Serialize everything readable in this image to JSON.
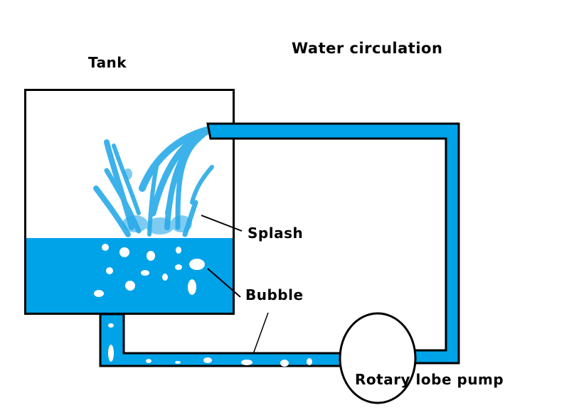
{
  "diagram": {
    "title": "Water circulation",
    "labels": {
      "tank": "Tank",
      "splash": "Splash",
      "bubble": "Bubble",
      "pump": "Rotary lobe pump"
    },
    "colors": {
      "water": "#00A2E8",
      "outline": "#000000",
      "bubble": "#FFFFFF",
      "background": "#FFFFFF"
    },
    "components": [
      {
        "id": "tank",
        "label": "Tank",
        "contains": [
          "water",
          "splash",
          "bubbles"
        ]
      },
      {
        "id": "pump",
        "label": "Rotary lobe pump",
        "shape": "ellipse"
      },
      {
        "id": "pipe-return",
        "description": "pipe from pump up and over into tank inlet"
      },
      {
        "id": "pipe-drain",
        "description": "pipe from tank bottom to pump"
      }
    ],
    "flow": [
      "Tank",
      "Rotary lobe pump",
      "Tank"
    ]
  }
}
